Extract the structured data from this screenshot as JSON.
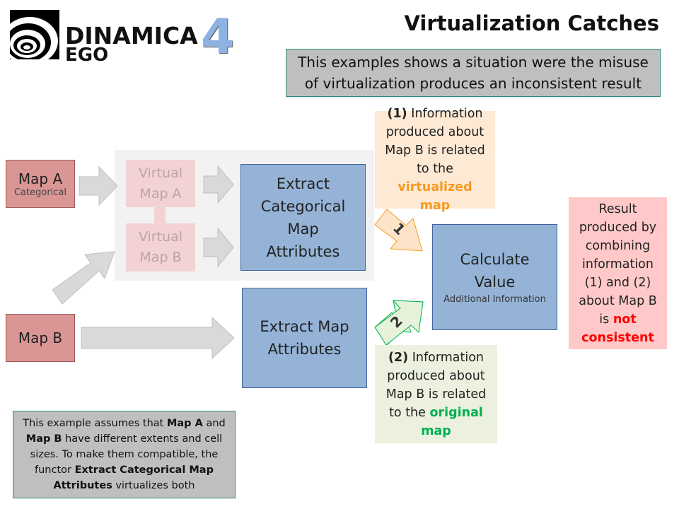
{
  "logo": {
    "name": "DINAMICA",
    "sub": "EGO",
    "version": "4"
  },
  "title": "Virtualization Catches",
  "subtitle": "This examples shows a situation were the misuse of virtualization produces an inconsistent result",
  "nodes": {
    "map_a": {
      "label": "Map A",
      "sub": "Categorical"
    },
    "map_b": {
      "label": "Map B"
    },
    "virtual_a": "Virtual Map A",
    "virtual_b": "Virtual Map B",
    "extract_cat": "Extract Categorical Map Attributes",
    "extract_map": "Extract Map Attributes",
    "calc": {
      "label": "Calculate Value",
      "sub": "Additional Information"
    }
  },
  "arrow_labels": [
    "1",
    "2"
  ],
  "info1": {
    "num": "(1)",
    "text": " Information produced about Map B is related to the ",
    "hl": "virtualized map"
  },
  "info2": {
    "num": "(2)",
    "text": " Information produced about Map B is related to the ",
    "hl": "original map"
  },
  "result": {
    "text": "Result produced by combining information (1) and (2) about Map B is ",
    "hl": "not consistent"
  },
  "footnote": {
    "t1": "This example assumes that ",
    "b1": "Map A",
    "t2": " and ",
    "b2": "Map B",
    "t3": " have different extents and cell sizes. To make them compatible, the functor ",
    "b3": "Extract Categorical Map Attributes",
    "t4": " virtualizes both"
  },
  "colors": {
    "orange": "#f79a1e",
    "green": "#00b050",
    "red": "#ff0000"
  }
}
